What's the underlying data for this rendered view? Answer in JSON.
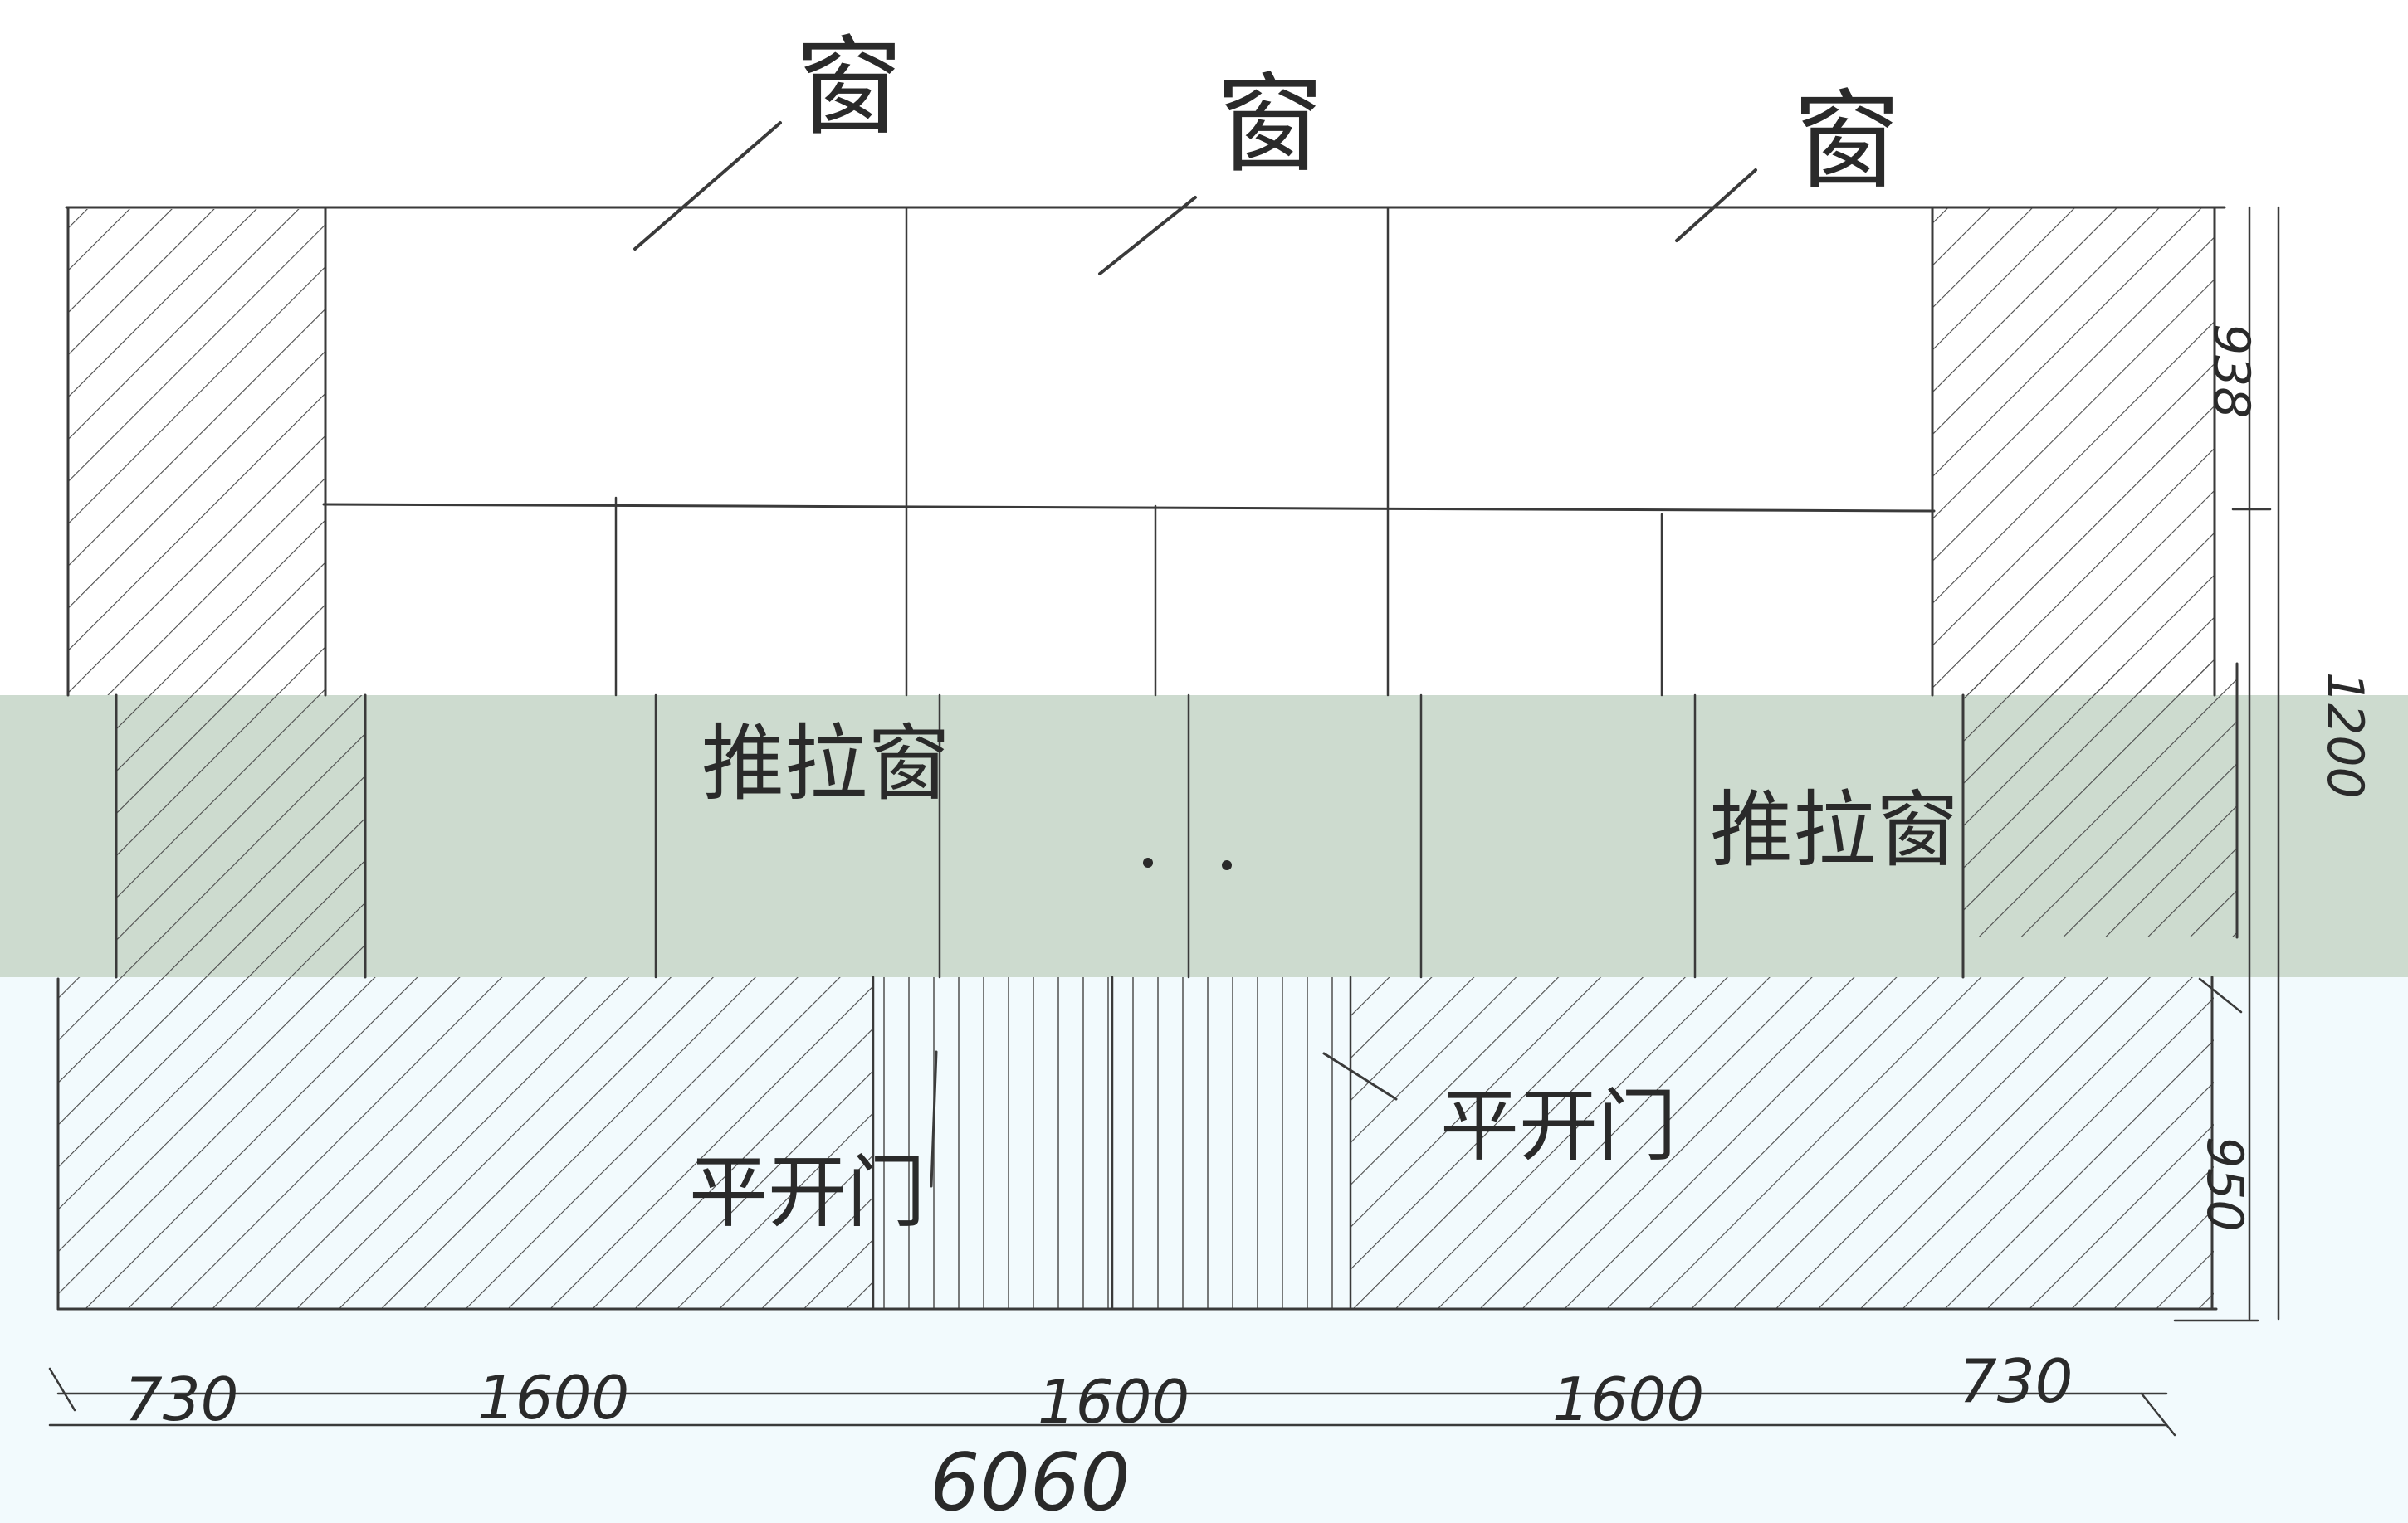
{
  "labels": {
    "window_1": "窗",
    "window_2": "窗",
    "window_3": "窗",
    "sliding_window_left": "推拉窗",
    "sliding_window_right": "推拉窗",
    "door_left": "平开门",
    "door_right": "平开门"
  },
  "dimensions": {
    "bottom": [
      "730",
      "1600",
      "1600",
      "1600",
      "730"
    ],
    "total": "6060",
    "right_side": [
      "938",
      "1200",
      "950"
    ]
  },
  "colors": {
    "paper": "#ffffff",
    "band_top": "#ffffff",
    "band_middle": "#cddbcf",
    "band_bottom": "#f2fafd",
    "pencil": "#3a3a3a"
  }
}
